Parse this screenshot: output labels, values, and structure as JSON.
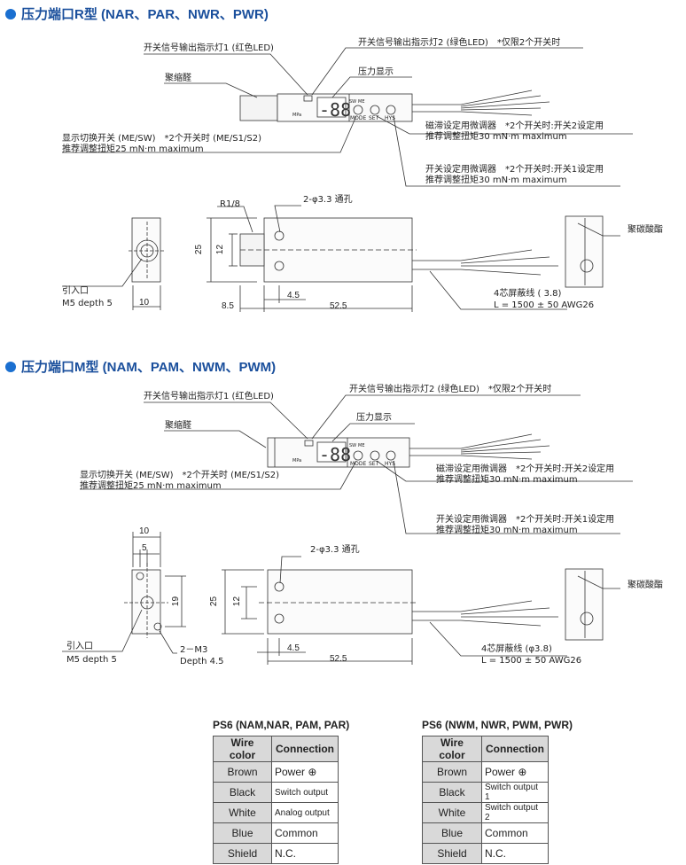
{
  "sectionR": {
    "title": "压力端口R型 (NAR、PAR、NWR、PWR)",
    "labels": {
      "led1": "开关信号输出指示灯1 (红色LED)",
      "led2": "开关信号输出指示灯2 (绿色LED)　*仅限2个开关时",
      "pressureDisplay": "压力显示",
      "housing": "聚缩醛",
      "modeSwitch1": "显示切换开关 (ME/SW)　*2个开关时 (ME/S1/S2)",
      "modeSwitch2": "推荐调整扭矩25 mN·m maximum",
      "hysPot1": "磁滞设定用微调器　*2个开关时:开关2设定用",
      "hysPot2": "推荐调整扭矩30 mN·m maximum",
      "setPot1": "开关设定用微调器　*2个开关时:开关1设定用",
      "setPot2": "推荐调整扭矩30 mN·m maximum",
      "thread": "R1/8",
      "holes": "2-φ3.3 通孔",
      "inlet": "引入口",
      "inletSpec": "M5 depth 5",
      "sideMaterial": "聚碳酸酯",
      "cable1": "4芯屏蔽线 (  3.8)",
      "cable2": "L = 1500 ± 50  AWG26"
    },
    "dims": {
      "w10": "10",
      "h25": "25",
      "h12": "12",
      "d85": "8.5",
      "d45": "4.5",
      "d525": "52.5"
    }
  },
  "sectionM": {
    "title": "压力端口M型 (NAM、PAM、NWM、PWM)",
    "labels": {
      "led1": "开关信号输出指示灯1 (红色LED)",
      "led2": "开关信号输出指示灯2 (绿色LED)　*仅限2个开关时",
      "pressureDisplay": "压力显示",
      "housing": "聚缩醛",
      "modeSwitch1": "显示切换开关 (ME/SW)　*2个开关时 (ME/S1/S2)",
      "modeSwitch2": "推荐调整扭矩25 mN·m maximum",
      "hysPot1": "磁滞设定用微调器　*2个开关时:开关2设定用",
      "hysPot2": "推荐调整扭矩30 mN·m maximum",
      "setPot1": "开关设定用微调器　*2个开关时:开关1设定用",
      "setPot2": "推荐调整扭矩30 mN·m maximum",
      "holes": "2-φ3.3 通孔",
      "inlet": "引入口",
      "inletSpec": "M5 depth 5",
      "mount1": "2－M3",
      "mount2": "Depth 4.5",
      "sideMaterial": "聚碳酸酯",
      "cable1": "4芯屏蔽线 (φ3.8)",
      "cable2": "L = 1500 ± 50 AWG26"
    },
    "dims": {
      "w10": "10",
      "w5": "5",
      "h19": "19",
      "h25": "25",
      "h12": "12",
      "d45": "4.5",
      "d525": "52.5"
    }
  },
  "device": {
    "modeLabel": "MODE",
    "setLabel": "SET",
    "hysLabel": "HYS",
    "swLabel": "SW",
    "meLabel": "ME",
    "mpaLabel": "MPa"
  },
  "table1": {
    "title": "PS6 (NAM,NAR, PAM, PAR)",
    "headers": [
      "Wire color",
      "Connection"
    ],
    "rows": [
      [
        "Brown",
        "Power ⊕"
      ],
      [
        "Black",
        "Switch output"
      ],
      [
        "White",
        "Analog output"
      ],
      [
        "Blue",
        "Common"
      ],
      [
        "Shield",
        "N.C."
      ]
    ]
  },
  "table2": {
    "title": "PS6 (NWM, NWR, PWM, PWR)",
    "headers": [
      "Wire color",
      "Connection"
    ],
    "rows": [
      [
        "Brown",
        "Power ⊕"
      ],
      [
        "Black",
        "Switch output 1"
      ],
      [
        "White",
        "Switch output 2"
      ],
      [
        "Blue",
        "Common"
      ],
      [
        "Shield",
        "N.C."
      ]
    ]
  }
}
